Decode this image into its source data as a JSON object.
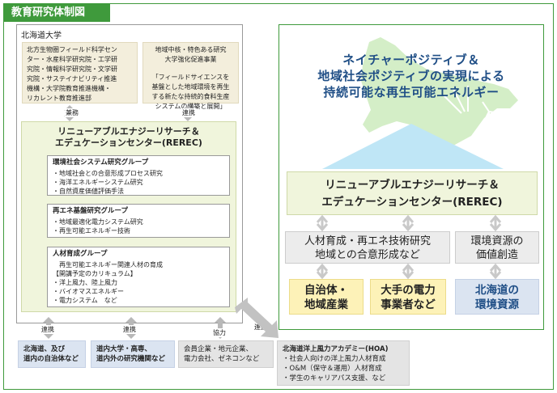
{
  "header": {
    "title": "教育研究体制図"
  },
  "university": {
    "label": "北海道大学",
    "box_left": [
      "北方生物圏フィールド科学セン",
      "ター・水産科学研究院・工学研",
      "究院・情報科学研究院・文学研",
      "究院・サステイナビリティ推進",
      "機構・大学院教育推進機構・",
      "リカレント教育推進部"
    ],
    "box_right": [
      "地域中核・特色ある研究",
      "大学強化促進事業",
      "「フィールドサイエンスを",
      "基盤とした地域環境を再生",
      "する新たな持続的食料生産",
      "システムの構築と展開」"
    ],
    "conn_left": "兼務",
    "conn_right": "連携"
  },
  "rerec_left": {
    "title_line1": "リニューアブルエナジーリサーチ＆",
    "title_line2": "エデュケーションセンター(REREC)",
    "groups": [
      {
        "title": "環境社会システム研究グループ",
        "items": [
          "・地域社会との合意形成プロセス研究",
          "・海洋エネルギーシステム研究",
          "・自然資産価値評価手法"
        ]
      },
      {
        "title": "再エネ基盤研究グループ",
        "items": [
          "・地域最適化電力システム研究",
          "・再生可能エネルギー技術"
        ]
      },
      {
        "title": "人材育成グループ",
        "items": [
          "再生可能エネルギー関連人材の育成",
          "【開講予定のカリキュラム】",
          "・洋上風力、陸上風力",
          "・バイオマスエネルギー",
          "・電力システム　など"
        ]
      }
    ]
  },
  "bottom": {
    "conn1": "連携",
    "conn2": "連携",
    "conn3": "協力",
    "conn4": "連携",
    "box1": [
      "北海道、及び",
      "道内の自治体など"
    ],
    "box2": [
      "道内大学・高専、",
      "道内外の研究機関など"
    ],
    "box3": [
      "会員企業・地元企業、",
      "電力会社、ゼネコンなど"
    ],
    "box4": [
      "北海道洋上風力アカデミー(HOA)",
      "・社会人向けの洋上風力人材育成",
      "・O&M（保守＆運用）人材育成",
      "・学生のキャリアパス支援、など"
    ]
  },
  "vision": {
    "lines": [
      "ネイチャーポジティブ＆",
      "地域社会ポジティブの実現による",
      "持続可能な再生可能エネルギー"
    ],
    "rerec_line1": "リニューアブルエナジーリサーチ＆",
    "rerec_line2": "エデュケーションセンター(REREC)",
    "mid1": [
      "人材育成・再エネ技術研究",
      "地域との合意形成など"
    ],
    "mid2": [
      "環境資源の",
      "価値創造"
    ],
    "out1": [
      "自治体・",
      "地域産業"
    ],
    "out2": [
      "大手の電力",
      "事業者など"
    ],
    "out3": [
      "北海道の",
      "環境資源"
    ]
  },
  "colors": {
    "green": "#3f9a3c",
    "navy": "#1f4e86",
    "yellow": "#fdf2b8",
    "blue_box": "#dbe4f1",
    "beige": "#f3eedc",
    "pale_green": "#f0f5dc"
  }
}
